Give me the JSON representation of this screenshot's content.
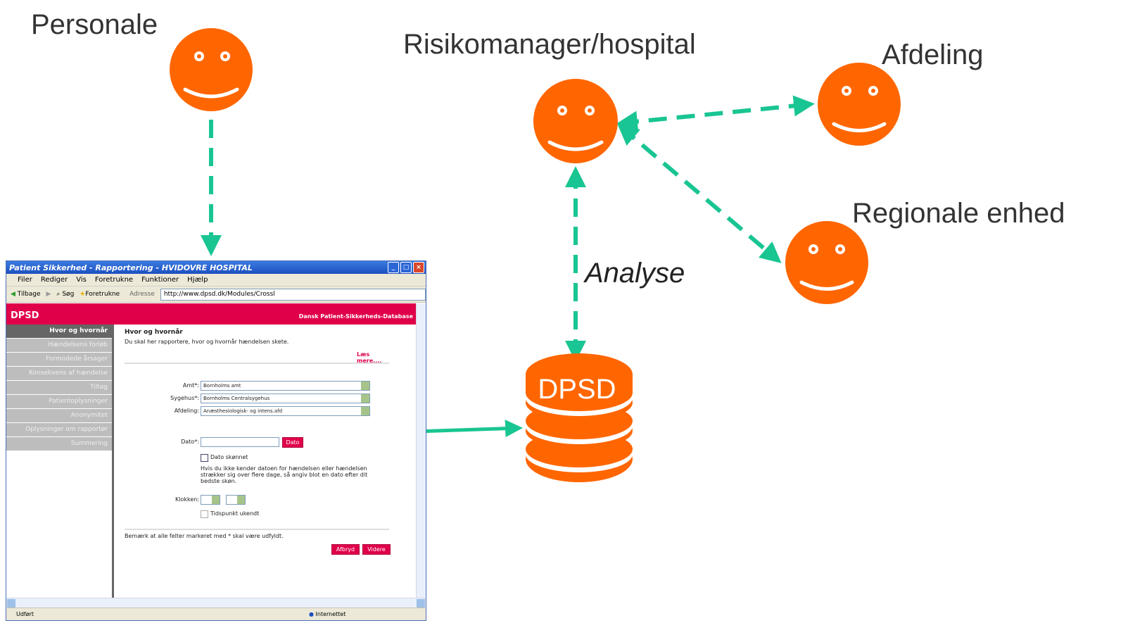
{
  "actors": {
    "personale": "Personale",
    "risikomanager": "Risikomanager/hospital",
    "afdeling": "Afdeling",
    "regionale": "Regionale enhed"
  },
  "database": {
    "label": "DPSD"
  },
  "edge_label": "Analyse",
  "colors": {
    "face": "#ff6600",
    "arrow": "#19c592",
    "brand": "#e0004a"
  },
  "browser": {
    "title": "Patient Sikkerhed - Rapportering - HVIDOVRE HOSPITAL",
    "menu": [
      "Filer",
      "Rediger",
      "Vis",
      "Foretrukne",
      "Funktioner",
      "Hjælp"
    ],
    "toolbar": {
      "back": "Tilbage",
      "search": "Søg",
      "favorites": "Foretrukne",
      "address_label": "Adresse",
      "address": "http://www.dpsd.dk/Modules/Crossl"
    },
    "status": {
      "left": "Udført",
      "zone": "Internettet"
    }
  },
  "page": {
    "logo": "DPSD",
    "subtitle": "Dansk Patient-Sikkerheds-Database",
    "sidebar": [
      "Hvor og hvornår",
      "Hændelsens forløb",
      "Formodede årsager",
      "Konsekvens af hændelse",
      "Tiltag",
      "Patientoplysninger",
      "Anonymitet",
      "Oplysninger om rapportør",
      "Summering"
    ],
    "heading": "Hvor og hvornår",
    "intro": "Du skal her rapportere, hvor og hvornår hændelsen skete.",
    "read_more": "Læs mere....",
    "fields": {
      "amt_label": "Amt*:",
      "amt_value": "Bornholms amt",
      "sygehus_label": "Sygehus*:",
      "sygehus_value": "Bornholms Centralsygehus",
      "afdeling_label": "Afdeling:",
      "afdeling_value": "Anæsthesiologisk- og intens.afd",
      "dato_label": "Dato*:",
      "dato_button": "Dato",
      "dato_estimated": "Dato skønnet",
      "dato_help": "Hvis du ikke kender datoen for hændelsen eller hændelsen strækker sig over flere dage, så angiv blot en dato efter dit bedste skøn.",
      "klokken_label": "Klokken:",
      "time_unknown": "Tidspunkt ukendt"
    },
    "footnote": "Bemærk at alle felter markeret med * skal være udfyldt.",
    "cancel": "Afbryd",
    "next": "Videre"
  }
}
